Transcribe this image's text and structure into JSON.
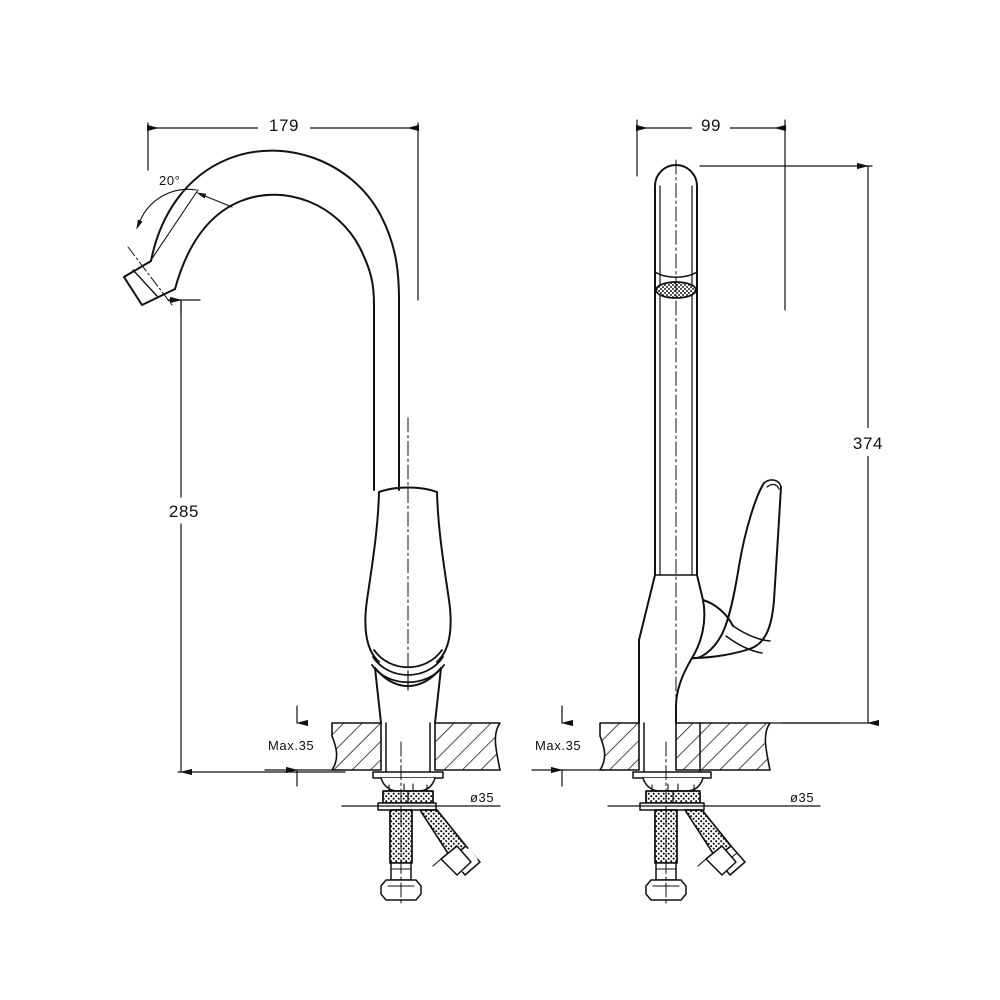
{
  "drawing": {
    "type": "technical-dimension-drawing",
    "subject": "single-lever kitchen mixer tap",
    "units": "mm",
    "line_color": "#111111",
    "background_color": "#ffffff",
    "views": [
      {
        "id": "front-view",
        "name": "Front elevation",
        "position": "left"
      },
      {
        "id": "side-view",
        "name": "Side elevation",
        "position": "right"
      }
    ]
  },
  "dimensions": {
    "front": {
      "spout_reach": "179",
      "spout_height": "285",
      "spout_angle": "20°",
      "counter_thickness": "Max.35",
      "hole_diameter": "ø35"
    },
    "side": {
      "body_depth": "99",
      "overall_height": "374",
      "counter_thickness": "Max.35",
      "hole_diameter": "ø35"
    }
  },
  "labels": [
    {
      "id": "dim-179",
      "text": "179"
    },
    {
      "id": "dim-20deg",
      "text": "20°"
    },
    {
      "id": "dim-285",
      "text": "285"
    },
    {
      "id": "dim-max35-left",
      "text": "Max.35"
    },
    {
      "id": "dim-d35-left",
      "text": "ø35"
    },
    {
      "id": "dim-99",
      "text": "99"
    },
    {
      "id": "dim-374",
      "text": "374"
    },
    {
      "id": "dim-max35-right",
      "text": "Max.35"
    },
    {
      "id": "dim-d35-right",
      "text": "ø35"
    }
  ]
}
